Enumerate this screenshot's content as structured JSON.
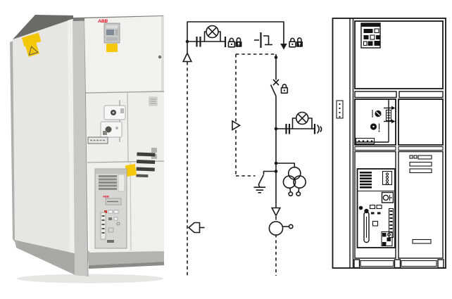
{
  "figure": {
    "background": "#ffffff",
    "description": "Medium-voltage compact switchgear overview: product photo, single-line diagram and front elevation drawing"
  },
  "colors": {
    "diagram_stroke": "#1a1a1a",
    "drawing_stroke": "#141414",
    "brand_red": "#e2001a",
    "warning_yellow": "#f5c70a",
    "cabinet_light": "#f2f1ed",
    "cabinet_mid": "#e5e4e0",
    "cabinet_dark": "#b7b6b2",
    "cabinet_edge": "#64635f",
    "vent_dark": "#3f3e3b",
    "relay_gray": "#c6c8c7",
    "display_blue": "#7e8a95",
    "shadow": "#e3e2de"
  },
  "photo": {
    "brand": "ABB",
    "parts": {
      "left_door": "wing-door",
      "relay_box": "low-voltage-compartment-with-relay",
      "mechanism_doors": "operating-mechanism-doors",
      "breaker_module": "withdrawable-breaker-module",
      "vents": "ventilation-louvres",
      "warning_labels": "yellow-warning-labels",
      "base": "plinth"
    }
  },
  "schematic": {
    "title": "single-line-diagram",
    "symbols": [
      {
        "name": "busbar-connection-arrow"
      },
      {
        "name": "feeder-direction-arrow"
      },
      {
        "name": "voltage-indicator-busbar-lamp"
      },
      {
        "name": "voltage-indicator-cable-lamp"
      },
      {
        "name": "padlock-open"
      },
      {
        "name": "padlock-closed"
      },
      {
        "name": "earthing-contact"
      },
      {
        "name": "load-break-switch"
      },
      {
        "name": "earthing-switch"
      },
      {
        "name": "voltage-transformer-three-winding"
      },
      {
        "name": "cable-termination-test-point"
      },
      {
        "name": "interlock-linkage-dashed"
      },
      {
        "name": "control-plug"
      }
    ]
  },
  "drawing": {
    "title": "front-elevation",
    "parts": [
      {
        "name": "protection-relay"
      },
      {
        "name": "top-compartment-door"
      },
      {
        "name": "operating-mechanism-panel"
      },
      {
        "name": "mechanism-indicator-arrows"
      },
      {
        "name": "circuit-breaker-module"
      },
      {
        "name": "ventilation-louvres"
      },
      {
        "name": "base-plinth"
      },
      {
        "name": "side-panel"
      }
    ]
  }
}
